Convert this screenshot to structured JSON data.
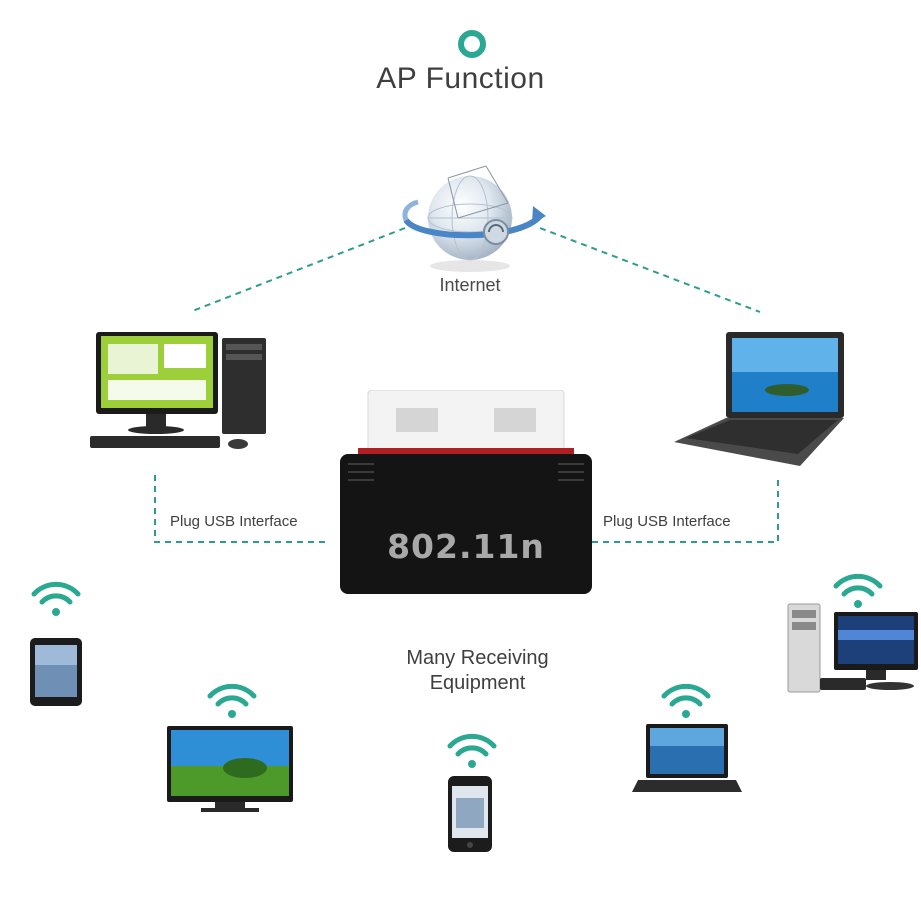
{
  "title": "AP Function",
  "internet": {
    "label": "Internet"
  },
  "adapter": {
    "standard": "802.11n"
  },
  "connections": {
    "left_label": "Plug USB Interface",
    "right_label": "Plug USB Interface"
  },
  "receiving": {
    "line1": "Many Receiving",
    "line2": "Equipment"
  },
  "colors": {
    "accent": "#2aa892",
    "dashed_line": "#2a9d8f",
    "text": "#3f3f3f",
    "adapter_body": "#1a1a1a",
    "adapter_connector": "#f2f2f2"
  },
  "icons": [
    "target-icon",
    "globe-icon",
    "desktop-computer",
    "laptop",
    "usb-adapter",
    "wifi-icon",
    "tablet",
    "tv",
    "smartphone"
  ]
}
